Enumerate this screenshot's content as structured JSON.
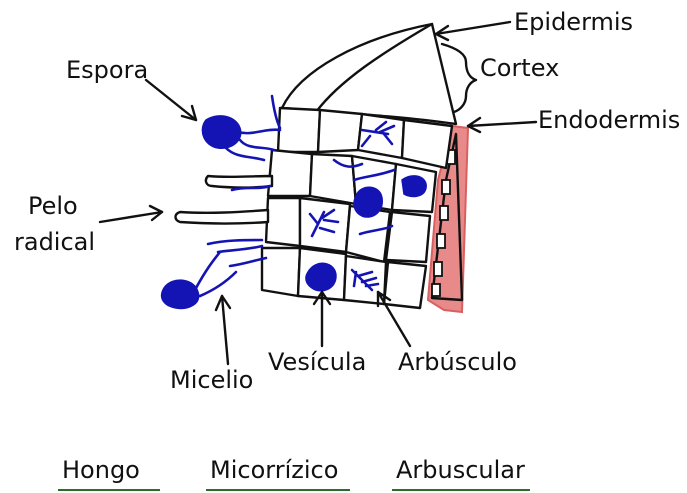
{
  "labels": {
    "epidermis": "Epidermis",
    "cortex": "Cortex",
    "endodermis": "Endodermis",
    "espora": "Espora",
    "pelo_line1": "Pelo",
    "pelo_line2": "radical",
    "micelio": "Micelio",
    "vesicula": "Vesícula",
    "arbusculo": "Arbúsculo"
  },
  "caption": {
    "words": [
      "Hongo",
      "Micorrízico",
      "Arbuscular"
    ]
  },
  "colors": {
    "fungus": "#1414b4",
    "endodermis_fill": "#e88a8a",
    "caption_underline": "#2e6b2e",
    "ink": "#111111"
  }
}
